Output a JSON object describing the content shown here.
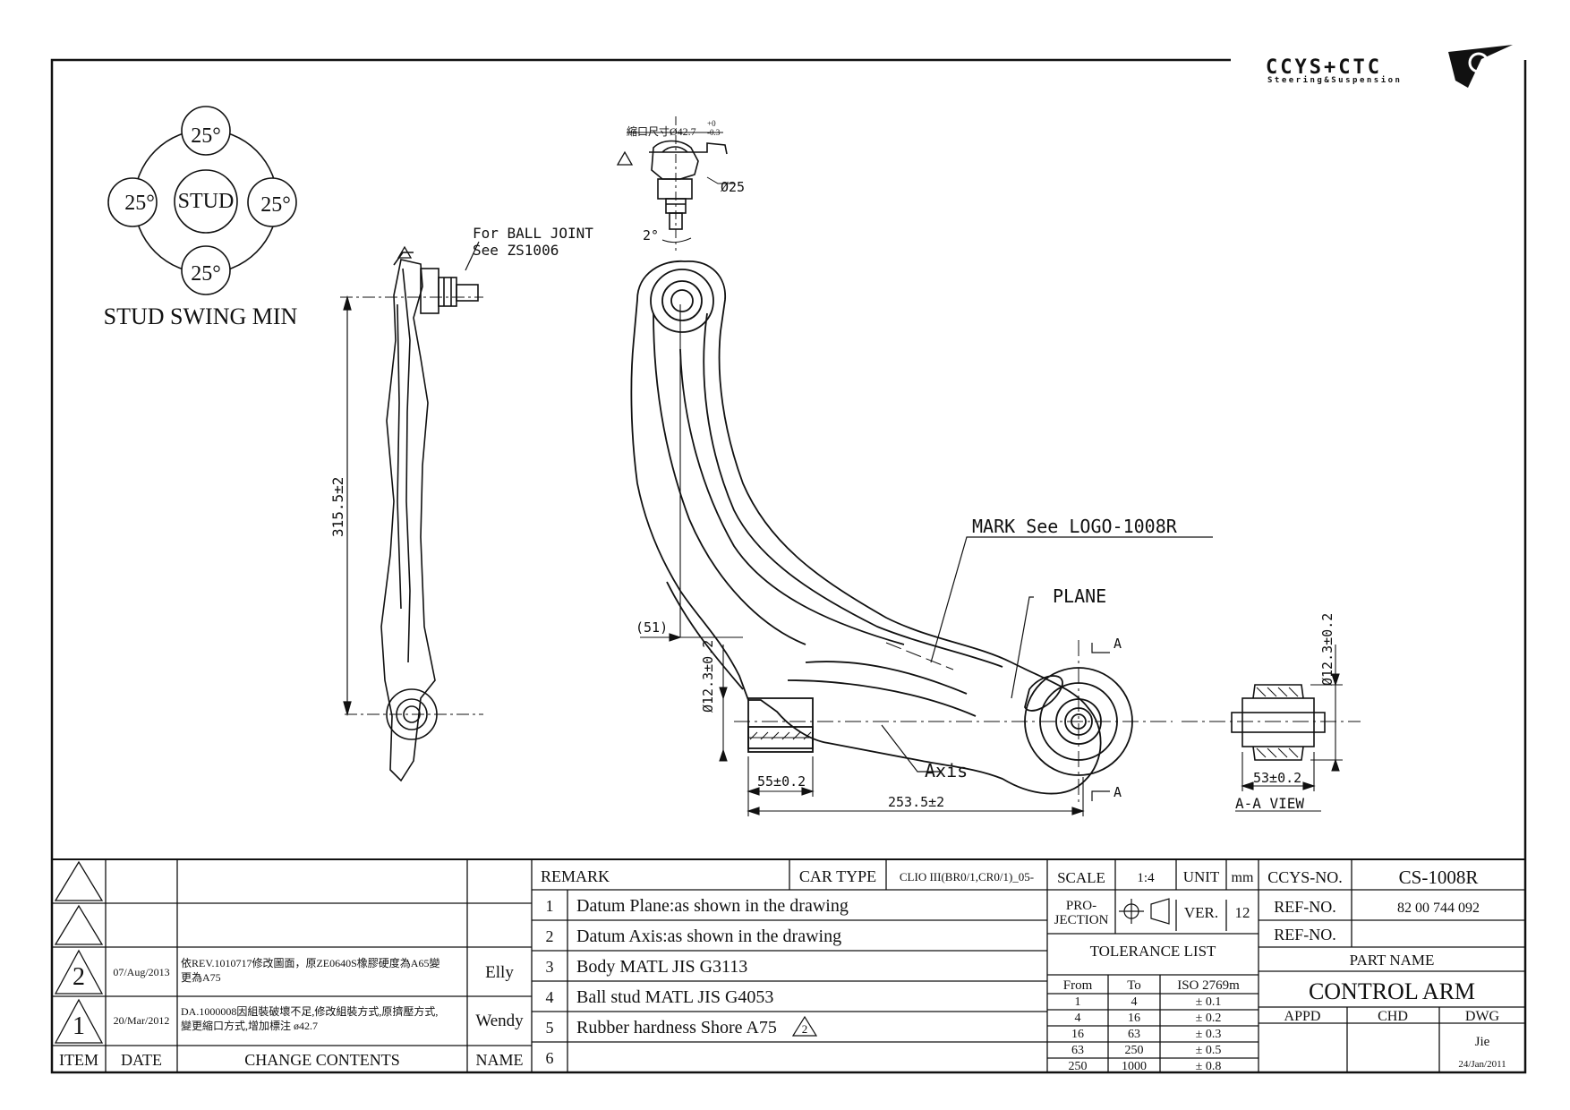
{
  "logo": {
    "text": "CCYS+CTC",
    "subtitle": "Steering&Suspension"
  },
  "stud_swing": {
    "top": "25°",
    "left": "25°",
    "right": "25°",
    "bottom": "25°",
    "center": "STUD",
    "caption": "STUD SWING MIN"
  },
  "annotations": {
    "ball_joint_line1": "For BALL JOINT",
    "ball_joint_line2": "See ZS1006",
    "crimp": "縮口尺寸Ø42.7",
    "crimp_tol_upper": "+0",
    "crimp_tol_lower": "-0.3",
    "dia25": "Ø25",
    "angle": "2°",
    "mark": "MARK See LOGO-1008R",
    "plane": "PLANE",
    "axis": "Axis",
    "section_a": "A",
    "section_view": "A-A VIEW"
  },
  "dimensions": {
    "height": "315.5±2",
    "offset": "(51)",
    "bore_left": "Ø12.3±0.2",
    "bore_right": "Ø12.3±0.2",
    "width_bushing": "55±0.2",
    "span": "253.5±2",
    "section_width": "53±0.2"
  },
  "revisions": {
    "rows": [
      {
        "item": "",
        "date": "",
        "contents": "",
        "name": ""
      },
      {
        "item": "",
        "date": "",
        "contents": "",
        "name": ""
      },
      {
        "item": "2",
        "date": "07/Aug/2013",
        "contents1": "依REV.1010717修改圖面，原ZE0640S橡膠硬度為A65變",
        "contents2": "更為A75",
        "name": "Elly"
      },
      {
        "item": "1",
        "date": "20/Mar/2012",
        "contents1": "DA.1000008因組裝破壞不足,修改組裝方式,原擠壓方式,",
        "contents2": "變更縮口方式,增加標注 ø42.7",
        "name": "Wendy"
      }
    ],
    "headers": {
      "item": "ITEM",
      "date": "DATE",
      "contents": "CHANGE CONTENTS",
      "name": "NAME"
    }
  },
  "remarks": {
    "label": "REMARK",
    "car_type_label": "CAR TYPE",
    "car_type": "CLIO III(BR0/1,CR0/1)_05-",
    "items": [
      {
        "n": "1",
        "text": "Datum Plane:as shown in the drawing"
      },
      {
        "n": "2",
        "text": "Datum Axis:as shown in the drawing"
      },
      {
        "n": "3",
        "text": "Body MATL JIS G3113"
      },
      {
        "n": "4",
        "text": "Ball stud MATL JIS G4053"
      },
      {
        "n": "5",
        "text": "Rubber hardness Shore A75"
      },
      {
        "n": "6",
        "text": ""
      }
    ],
    "rev_mark": "2"
  },
  "info": {
    "scale_label": "SCALE",
    "scale": "1:4",
    "unit_label": "UNIT",
    "unit": "mm",
    "projection_label1": "PRO-",
    "projection_label2": "JECTION",
    "ver_label": "VER.",
    "ver": "12",
    "tolerance_title": "TOLERANCE LIST",
    "tol_headers": [
      "From",
      "To",
      "ISO 2769m"
    ],
    "tolerances": [
      [
        "1",
        "4",
        "± 0.1"
      ],
      [
        "4",
        "16",
        "± 0.2"
      ],
      [
        "16",
        "63",
        "± 0.3"
      ],
      [
        "63",
        "250",
        "± 0.5"
      ],
      [
        "250",
        "1000",
        "± 0.8"
      ]
    ]
  },
  "title_block": {
    "ccys_label": "CCYS-NO.",
    "ccys_no": "CS-1008R",
    "ref_label": "REF-NO.",
    "ref_no": "82 00 744 092",
    "ref_label2": "REF-NO.",
    "ref_no2": "",
    "part_name_label": "PART NAME",
    "part_name": "CONTROL ARM",
    "appd": "APPD",
    "chd": "CHD",
    "dwg": "DWG",
    "drawn_by": "Jie",
    "date": "24/Jan/2011"
  }
}
